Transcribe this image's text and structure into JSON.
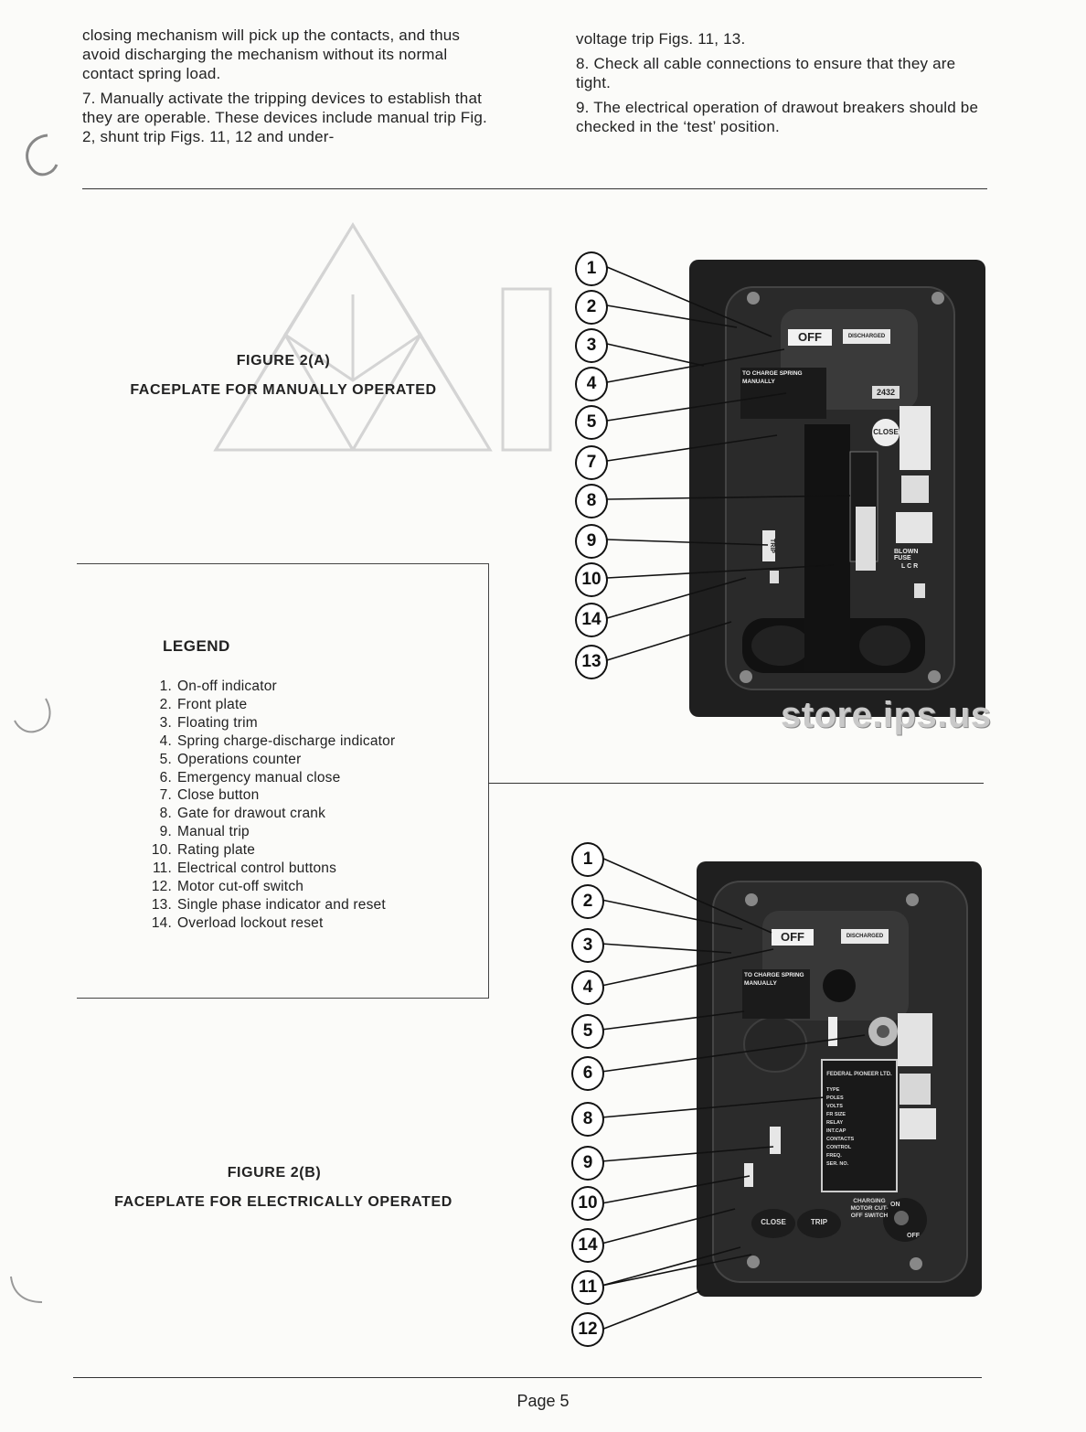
{
  "text": {
    "left_paragraphs": [
      "closing mechanism will pick up the contacts, and thus avoid discharging the mechanism without its normal contact spring load.",
      "7. Manually activate the tripping devices to establish that they are operable. These devices include manual trip Fig. 2, shunt trip Figs. 11, 12 and under-"
    ],
    "right_paragraphs": [
      "voltage trip Figs. 11, 13.",
      "8. Check all cable connections to ensure that they are tight.",
      "9. The electrical operation of drawout breakers should be checked in the ‘test’ position."
    ]
  },
  "figure_a": {
    "title": "FIGURE 2(A)",
    "caption": "FACEPLATE FOR MANUALLY OPERATED",
    "callouts": [
      "1",
      "2",
      "3",
      "4",
      "5",
      "7",
      "8",
      "9",
      "10",
      "14",
      "13"
    ],
    "photo_labels": {
      "off": "OFF",
      "discharged": "DISCHARGED",
      "charge": "TO CHARGE SPRING MANUALLY",
      "counter": "2432",
      "close": "CLOSE",
      "trip": "TRIP",
      "blown_fuse": "BLOWN FUSE",
      "lcr": "L C R"
    }
  },
  "figure_b": {
    "title": "FIGURE 2(B)",
    "caption": "FACEPLATE FOR ELECTRICALLY OPERATED",
    "callouts": [
      "1",
      "2",
      "3",
      "4",
      "5",
      "6",
      "8",
      "9",
      "10",
      "14",
      "11",
      "12"
    ],
    "photo_labels": {
      "off": "OFF",
      "discharged": "DISCHARGED",
      "charge": "TO CHARGE SPRING MANUALLY",
      "federal": "FEDERAL PIONEER LTD.",
      "plate_rows": [
        "TYPE",
        "POLES",
        "VOLTS",
        "FR SIZE",
        "RELAY",
        "INT.CAP",
        "CONTACTS",
        "CONTROL",
        "FREQ.",
        "SER. NO."
      ],
      "close": "CLOSE",
      "trip": "TRIP",
      "charging_switch": "CHARGING MOTOR CUT-OFF SWITCH",
      "on": "ON",
      "off_switch": "OFF"
    }
  },
  "legend": {
    "title": "LEGEND",
    "items": [
      {
        "num": "1.",
        "label": "On-off indicator"
      },
      {
        "num": "2.",
        "label": "Front plate"
      },
      {
        "num": "3.",
        "label": "Floating trim"
      },
      {
        "num": "4.",
        "label": "Spring charge-discharge indicator"
      },
      {
        "num": "5.",
        "label": "Operations counter"
      },
      {
        "num": "6.",
        "label": "Emergency manual close"
      },
      {
        "num": "7.",
        "label": "Close button"
      },
      {
        "num": "8.",
        "label": "Gate for drawout crank"
      },
      {
        "num": "9.",
        "label": "Manual trip"
      },
      {
        "num": "10.",
        "label": "Rating plate"
      },
      {
        "num": "11.",
        "label": "Electrical control buttons"
      },
      {
        "num": "12.",
        "label": "Motor cut-off switch"
      },
      {
        "num": "13.",
        "label": "Single phase indicator and reset"
      },
      {
        "num": "14.",
        "label": "Overload lockout reset"
      }
    ]
  },
  "watermark": "store.ips.us",
  "footer": {
    "page": "Page 5"
  }
}
